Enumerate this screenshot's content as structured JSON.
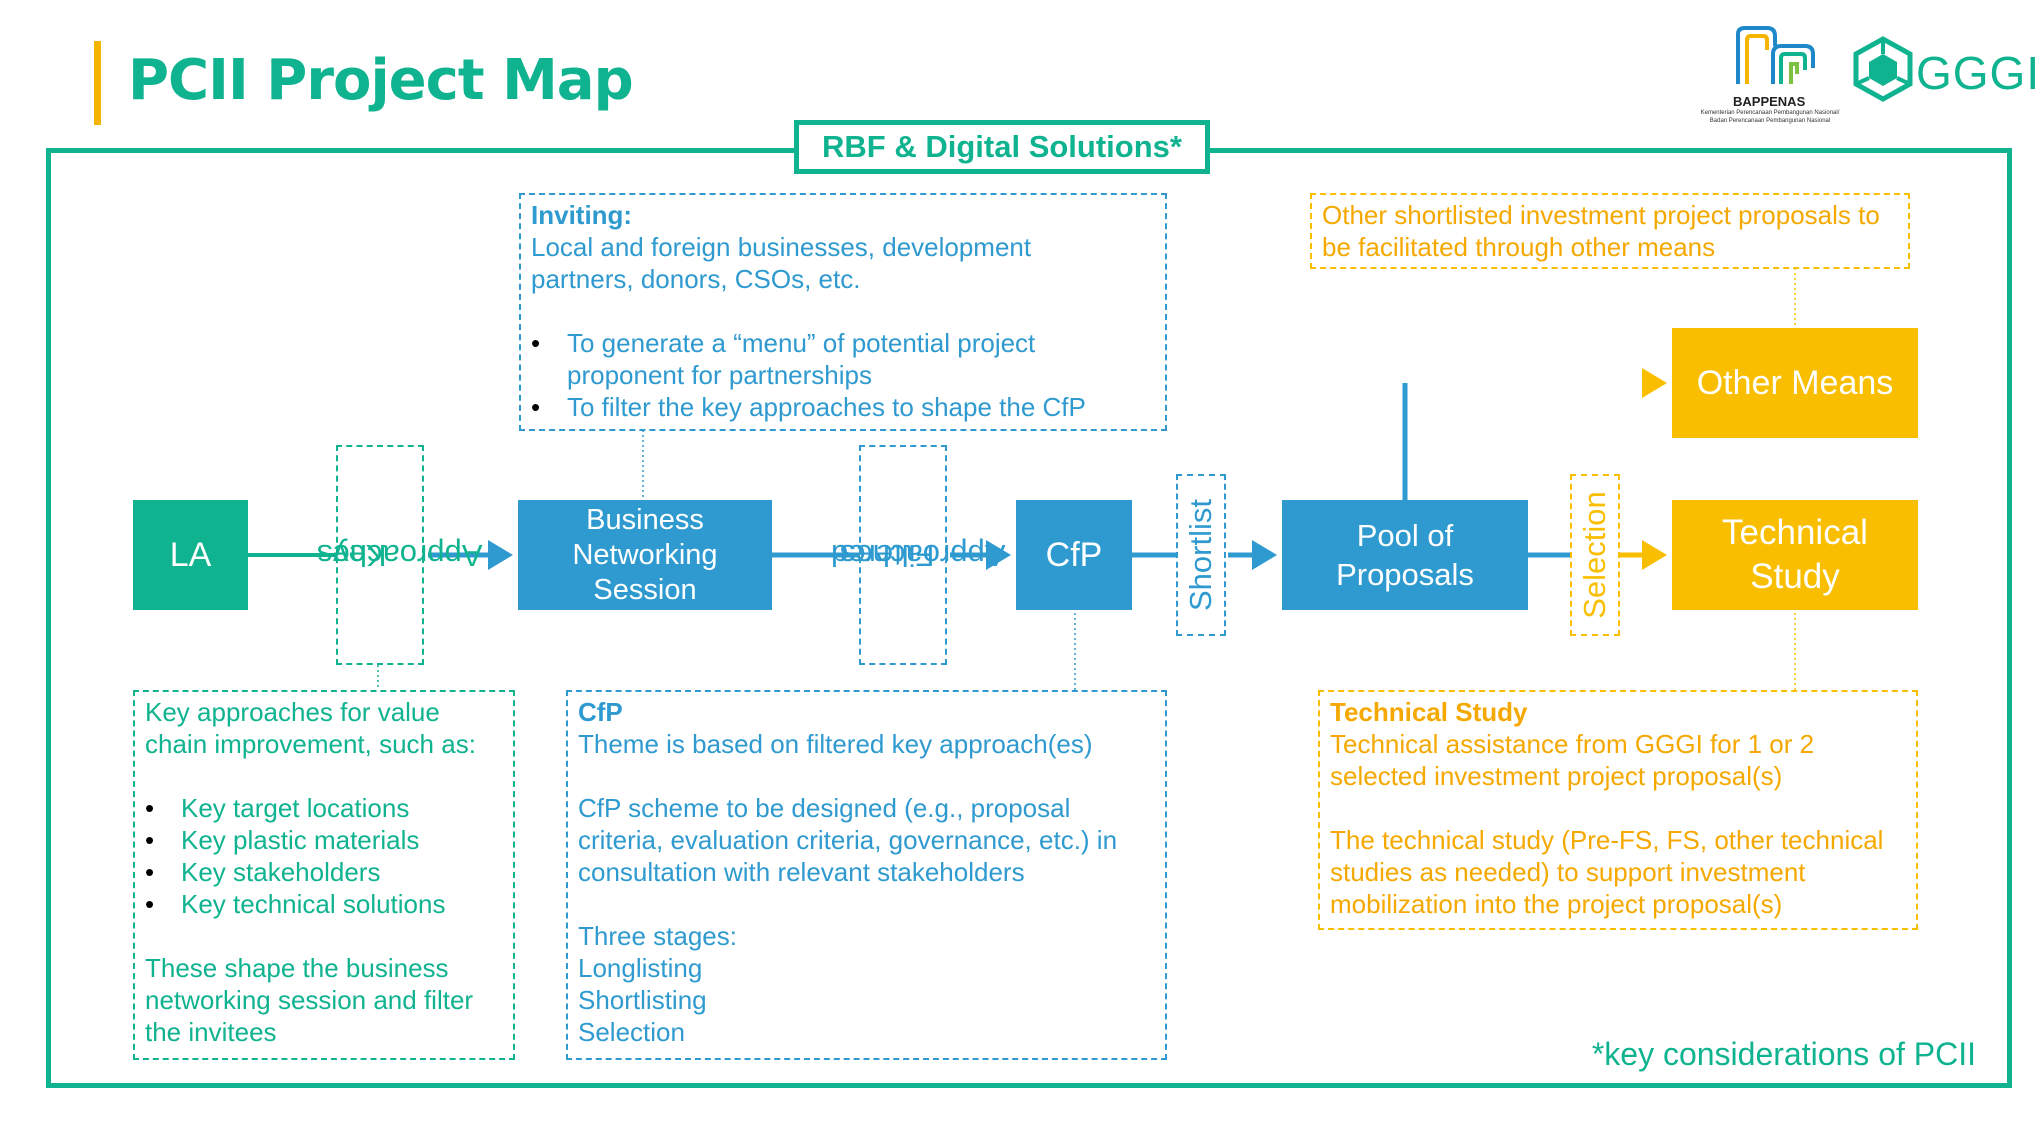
{
  "title": "PCII Project Map",
  "badge": "RBF & Digital Solutions*",
  "logos": {
    "bappenas_name": "BAPPENAS",
    "bappenas_sub1": "Kementerian Perencanaan Pembangunan Nasional/",
    "bappenas_sub2": "Badan Perencanaan Pembangunan Nasional",
    "gggi": "GGGI"
  },
  "nodes": {
    "la": "LA",
    "bns": [
      "Business",
      "Networking",
      "Session"
    ],
    "cfp": "CfP",
    "pool": [
      "Pool of",
      "Proposals"
    ],
    "other_means": "Other Means",
    "technical_study": [
      "Technical",
      "Study"
    ]
  },
  "vertical_labels": {
    "key_approaches": [
      "Key",
      "Approaches"
    ],
    "filtered_approaches": [
      "Filtered",
      "Approaches"
    ],
    "shortlist": "Shortlist",
    "selection": "Selection"
  },
  "inviting_box": {
    "heading": "Inviting:",
    "line1": "Local and foreign businesses, development",
    "line2": "partners, donors, CSOs, etc.",
    "bullet1a": "To generate a “menu” of potential project",
    "bullet1b": "proponent for partnerships",
    "bullet2": "To filter the key approaches to shape the CfP"
  },
  "other_box": {
    "line1": "Other shortlisted investment project proposals to",
    "line2": "be facilitated through other means"
  },
  "key_box": {
    "line1": "Key approaches for value",
    "line2": "chain improvement, such as:",
    "bullets": [
      "Key target locations",
      "Key plastic materials",
      "Key stakeholders",
      "Key technical solutions"
    ],
    "closing1": "These shape the business",
    "closing2": "networking session and filter",
    "closing3": "the invitees"
  },
  "cfp_box": {
    "heading": "CfP",
    "theme": "Theme is based on filtered key approach(es)",
    "scheme1": "CfP scheme to be designed (e.g., proposal",
    "scheme2": "criteria, evaluation criteria, governance, etc.) in",
    "scheme3": "consultation with relevant stakeholders",
    "stages_heading": "Three stages:",
    "stages": [
      "Longlisting",
      "Shortlisting",
      "Selection"
    ]
  },
  "ts_box": {
    "heading": "Technical Study",
    "line1": "Technical assistance from GGGI for 1 or 2",
    "line2": "selected investment project proposal(s)",
    "line3": "The technical study (Pre-FS, FS, other technical",
    "line4": "studies as needed) to support investment",
    "line5": "mobilization into the project proposal(s)"
  },
  "footnote": "*key considerations of PCII",
  "colors": {
    "teal": "#10B38F",
    "blue": "#2E9AD0",
    "yellow": "#F9BE00",
    "accent_bar": "#F5B400"
  }
}
